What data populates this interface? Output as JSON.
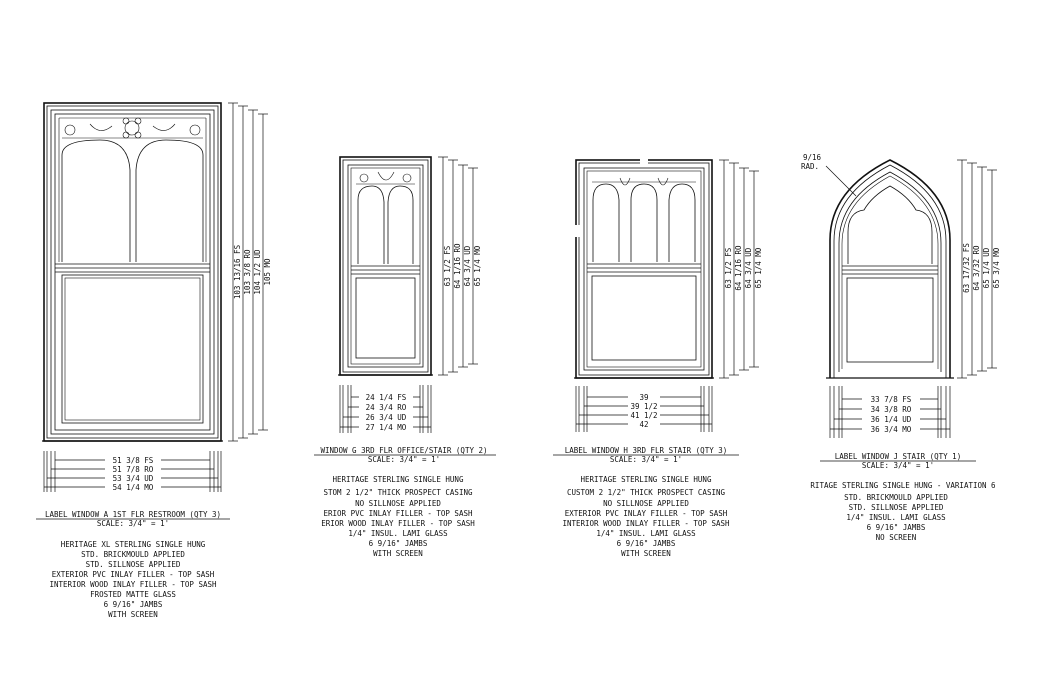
{
  "windows": [
    {
      "id": "A",
      "horizontal_dims": [
        "51 3/8 FS",
        "51 7/8 RO",
        "53 3/4 UD",
        "54 1/4 MO"
      ],
      "vertical_dims": [
        "103 13/16 FS",
        "103 3/8 RO",
        "104 1/2 UD",
        "105 MO"
      ],
      "title": "LABEL WINDOW A 1ST FLR RESTROOM (QTY 3)",
      "scale": "SCALE: 3/4\" = 1'",
      "notes": [
        "HERITAGE XL STERLING SINGLE HUNG",
        "STD. BRICKMOULD APPLIED",
        "STD. SILLNOSE APPLIED",
        "EXTERIOR PVC INLAY FILLER - TOP SASH",
        "INTERIOR WOOD INLAY FILLER - TOP SASH",
        "FROSTED MATTE GLASS",
        "6 9/16\" JAMBS",
        "WITH SCREEN"
      ]
    },
    {
      "id": "G",
      "horizontal_dims": [
        "24 1/4 FS",
        "24 3/4 RO",
        "26 3/4 UD",
        "27 1/4 MO"
      ],
      "vertical_dims": [
        "63 1/2 FS",
        "64 1/16 RO",
        "64 3/4 UD",
        "65 1/4 MO"
      ],
      "title": "WINDOW G 3RD FLR OFFICE/STAIR (QTY 2)",
      "scale": "SCALE: 3/4\" = 1'",
      "notes": [
        "HERITAGE STERLING SINGLE HUNG",
        "STOM 2 1/2\" THICK PROSPECT CASING",
        "NO SILLNOSE APPLIED",
        "ERIOR PVC INLAY FILLER - TOP SASH",
        "ERIOR WOOD INLAY FILLER - TOP SASH",
        "1/4\" INSUL. LAMI GLASS",
        "6 9/16\" JAMBS",
        "WITH SCREEN"
      ]
    },
    {
      "id": "H",
      "horizontal_dims": [
        "39",
        "39 1/2",
        "41 1/2",
        "42"
      ],
      "vertical_dims": [
        "63 1/2 FS",
        "64 1/16 RO",
        "64 3/4 UD",
        "65 1/4 MO"
      ],
      "title": "LABEL WINDOW H 3RD FLR STAIR (QTY 3)",
      "scale": "SCALE: 3/4\" = 1'",
      "notes": [
        "HERITAGE STERLING SINGLE HUNG",
        "CUSTOM 2 1/2\" THICK PROSPECT CASING",
        "NO SILLNOSE APPLIED",
        "EXTERIOR PVC INLAY FILLER - TOP SASH",
        "INTERIOR WOOD INLAY FILLER - TOP SASH",
        "1/4\" INSUL. LAMI GLASS",
        "6 9/16\" JAMBS",
        "WITH SCREEN"
      ]
    },
    {
      "id": "J",
      "radius_label": [
        "9/16",
        "RAD."
      ],
      "horizontal_dims": [
        "33 7/8 FS",
        "34 3/8 RO",
        "36 1/4 UD",
        "36 3/4 MO"
      ],
      "vertical_dims": [
        "63 17/32 FS",
        "64 3/32 RO",
        "65 1/4 UD",
        "65 3/4 MO"
      ],
      "title": "LABEL WINDOW J STAIR (QTY 1)",
      "scale": "SCALE: 3/4\" = 1'",
      "notes": [
        "RITAGE STERLING SINGLE HUNG - VARIATION 6",
        "STD. BRICKMOULD APPLIED",
        "STD. SILLNOSE APPLIED",
        "1/4\" INSUL. LAMI GLASS",
        "6 9/16\" JAMBS",
        "NO SCREEN"
      ]
    }
  ]
}
